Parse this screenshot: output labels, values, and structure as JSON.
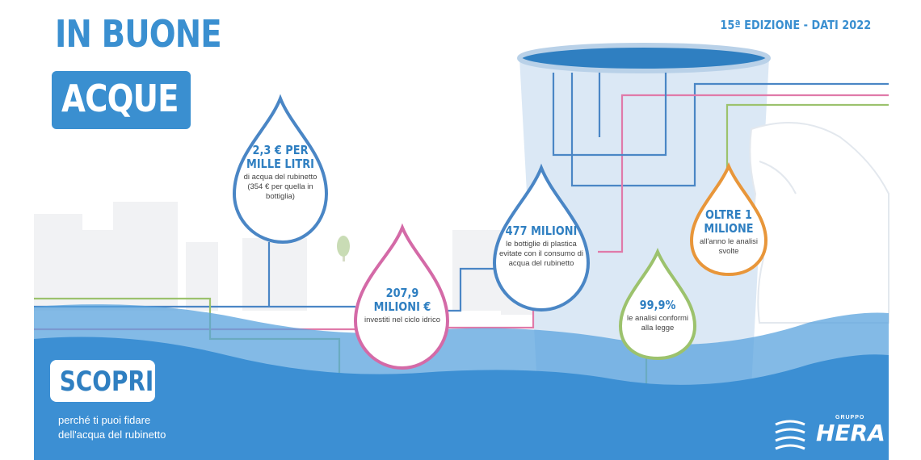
{
  "header": {
    "title_line1": "IN BUONE",
    "title_line2": "ACQUE",
    "edition": "15ª EDIZIONE - DATI 2022"
  },
  "drops": [
    {
      "value": "2,3 € PER MILLE LITRI",
      "desc": "di acqua del rubinetto (354 € per quella in bottiglia)",
      "color": "#4a86c5"
    },
    {
      "value": "207,9 MILIONI €",
      "desc": "investiti nel ciclo idrico",
      "color": "#d46aa7"
    },
    {
      "value": "477 MILIONI",
      "desc": "le bottiglie di plastica evitate con il consumo di acqua del rubinetto",
      "color": "#4a86c5"
    },
    {
      "value": "99,9%",
      "desc": "le analisi conformi alla legge",
      "color": "#9cc26d"
    },
    {
      "value": "OLTRE 1 MILIONE",
      "desc": "all'anno le analisi svolte",
      "color": "#e8963a"
    }
  ],
  "cta": {
    "label": "SCOPRI",
    "subtitle_line1": "perché ti puoi fidare",
    "subtitle_line2": "dell'acqua del rubinetto"
  },
  "logo": {
    "group": "GRUPPO",
    "name": "HERA",
    "icon": "hera-wave-logo-icon"
  },
  "colors": {
    "brand_blue": "#3a8fd0",
    "water_blue": "#3c8fd3",
    "line_pink": "#e07aa9",
    "line_green": "#9cc26d",
    "line_blue": "#4a86c5",
    "glass_blue": "#c8dcf0"
  }
}
